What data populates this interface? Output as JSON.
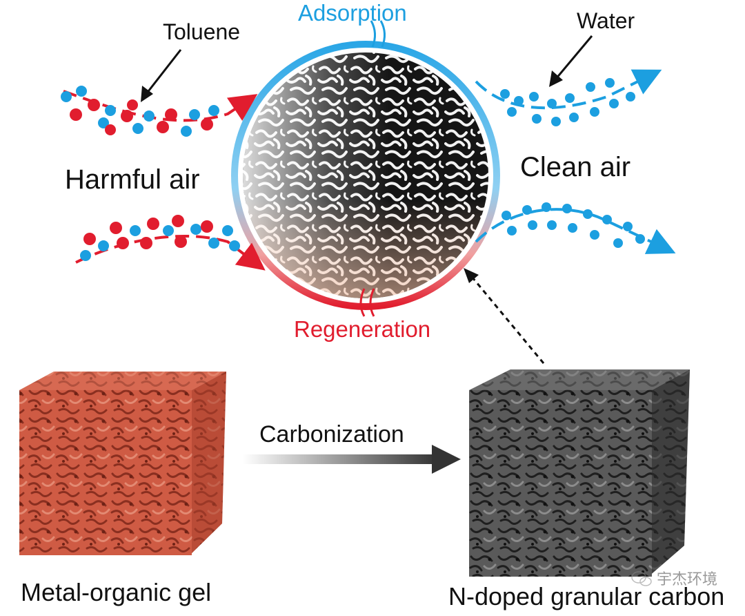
{
  "labels": {
    "toluene": "Toluene",
    "water": "Water",
    "adsorption": "Adsorption",
    "regeneration": "Regeneration",
    "harmful_air": "Harmful air",
    "clean_air": "Clean air",
    "carbonization": "Carbonization",
    "metal_organic_gel": "Metal-organic gel",
    "n_doped_carbon": "N-doped granular carbon"
  },
  "watermark": {
    "text": "宇杰环境",
    "icon": "wechat-icon"
  },
  "colors": {
    "red": "#e11d2e",
    "blue": "#1c9fe0",
    "gel": "#c8553f",
    "carbon": "#4a4a4a",
    "text": "#111111"
  }
}
